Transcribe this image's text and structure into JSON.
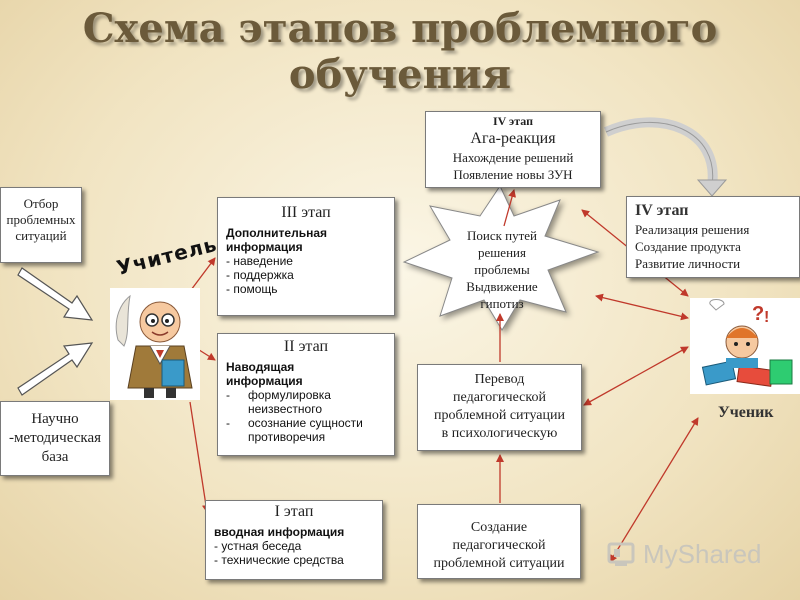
{
  "title": {
    "line1": "Схема этапов проблемного",
    "line2": "обучения"
  },
  "left_boxes": {
    "selection": [
      "Отбор",
      "проблемных",
      "ситуаций"
    ],
    "base": [
      "Научно",
      "-методическая",
      "база"
    ]
  },
  "teacher": {
    "label": "Учитель",
    "icon": "teacher-cartoon-icon"
  },
  "student": {
    "label": "Ученик",
    "icon": "student-cartoon-icon"
  },
  "stage3": {
    "header": "III этап",
    "title": [
      "Дополнительная",
      "информация"
    ],
    "items": [
      "- наведение",
      "- поддержка",
      "- помощь"
    ]
  },
  "stage2": {
    "header": "II этап",
    "title": [
      "Наводящая",
      "информация"
    ],
    "items": [
      "формулировка неизвестного",
      "осознание сущности противоречия"
    ],
    "bullet": "-"
  },
  "stage1": {
    "header": "I этап",
    "title": "вводная информация",
    "items": [
      "- устная беседа",
      "- технические средства"
    ]
  },
  "top_stage": {
    "header": "IV этап",
    "subtitle": "Ага-реакция",
    "lines": [
      "Нахождение решений",
      "Появление новы ЗУН"
    ]
  },
  "right_stage": {
    "header": "IV этап",
    "lines": [
      "Реализация решения",
      "Создание продукта",
      "Развитие личности"
    ]
  },
  "burst": {
    "lines": [
      "Поиск путей",
      "решения",
      "проблемы",
      "Выдвижение",
      "гипотиз"
    ]
  },
  "transfer_box": [
    "Перевод",
    "педагогической",
    "проблемной ситуации",
    "в психологическую"
  ],
  "create_box": [
    "Создание",
    "педагогической",
    "проблемной ситуации"
  ],
  "watermark": {
    "text": "MyShared",
    "icon": "myshared-logo-icon"
  },
  "colors": {
    "arrow": "#c0392b",
    "title": "#6b5a3a",
    "background": "#f3e7c8",
    "burst_fill": "#ffffff"
  }
}
